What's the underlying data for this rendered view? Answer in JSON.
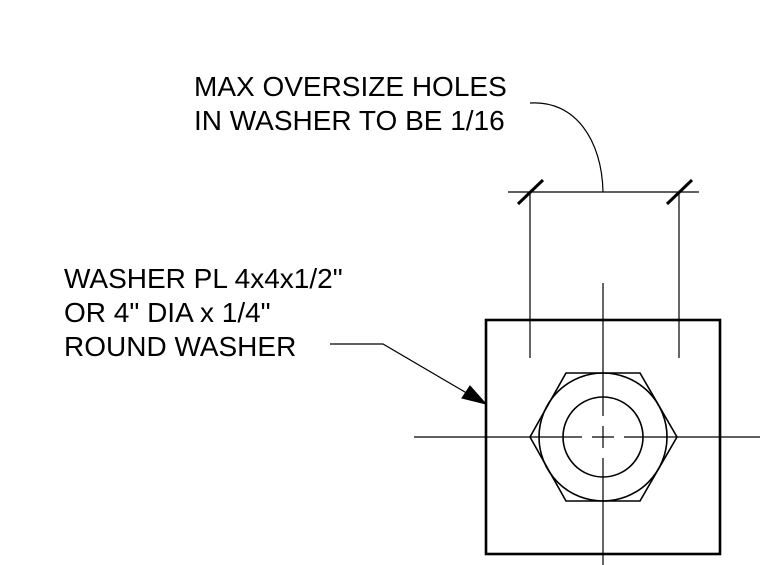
{
  "notes": {
    "oversize_line1": "MAX OVERSIZE HOLES",
    "oversize_line2": "IN WASHER TO BE 1/16",
    "washer_line1": "WASHER PL 4x4x1/2\"",
    "washer_line2": "OR 4\" DIA x 1/4\"",
    "washer_line3": "ROUND WASHER"
  },
  "colors": {
    "ink": "#000000",
    "paper": "#ffffff"
  }
}
